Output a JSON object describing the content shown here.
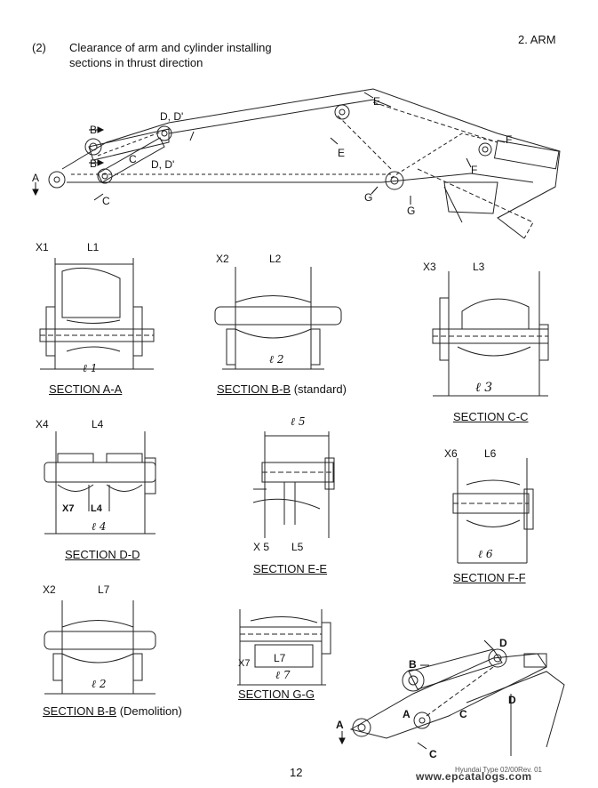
{
  "header": {
    "item_number": "(2)",
    "heading_line1": "Clearance of arm and cylinder installing",
    "heading_line2": "sections in thrust direction",
    "chapter": "2. ARM"
  },
  "overview_labels": {
    "A": "A",
    "B": "B",
    "C": "C",
    "D": "D, D'",
    "E": "E",
    "F": "F",
    "G": "G"
  },
  "sections": {
    "aa": {
      "title": "SECTION A-A",
      "x": "X1",
      "L": "L1",
      "l": "ℓ 1"
    },
    "bb": {
      "title": "SECTION B-B",
      "suffix": "(standard)",
      "x": "X2",
      "L": "L2",
      "l": "ℓ 2"
    },
    "cc": {
      "title": "SECTION C-C",
      "x": "X3",
      "L": "L3",
      "l": "ℓ 3"
    },
    "dd": {
      "title": "SECTION D-D",
      "x": "X4",
      "L": "L4",
      "x7": "X7",
      "L4b": "L4",
      "l": "ℓ 4"
    },
    "ee": {
      "title": "SECTION E-E",
      "l": "ℓ 5",
      "x": "X 5",
      "L": "L5"
    },
    "ff": {
      "title": "SECTION F-F",
      "x": "X6",
      "L": "L6",
      "l": "ℓ 6"
    },
    "bbd": {
      "title": "SECTION B-B",
      "suffix": "(Demolition)",
      "x": "X2",
      "L": "L7",
      "l": "ℓ 2"
    },
    "gg": {
      "title": "SECTION G-G",
      "x7": "X7",
      "L": "L7",
      "l": "ℓ 7"
    }
  },
  "detail_labels": {
    "A": "A",
    "B": "B",
    "C": "C",
    "D": "D"
  },
  "footer": {
    "page_number": "12",
    "watermark": "www.epcatalogs.com",
    "doc_code": "Hyundai Type 02/00Rev. 01"
  }
}
